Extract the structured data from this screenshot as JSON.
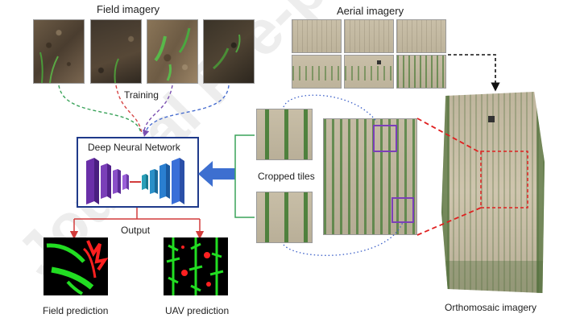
{
  "labels": {
    "field_imagery": "Field imagery",
    "aerial_imagery": "Aerial imagery",
    "training": "Training",
    "dnn": "Deep Neural Network",
    "cropped_tiles": "Cropped tiles",
    "output": "Output",
    "field_prediction": "Field prediction",
    "uav_prediction": "UAV prediction",
    "orthomosaic": "Orthomosaic imagery"
  },
  "watermark": "Journal Pre-proof",
  "colors": {
    "training_green": "#3aa35a",
    "training_red": "#d64545",
    "training_purple": "#7a4fb0",
    "training_blue": "#4a6fd0",
    "dnn_border": "#1f3a8a",
    "big_arrow": "#3d6fd0",
    "output_arrow": "#d23c3c",
    "bracket": "#3aa35a",
    "dotted_blue": "#3b5fc8",
    "zoom_red": "#e02020",
    "crop_box": "#7b3fb8",
    "leaf_green": "#22dd22",
    "weed_red": "#ff2020"
  }
}
